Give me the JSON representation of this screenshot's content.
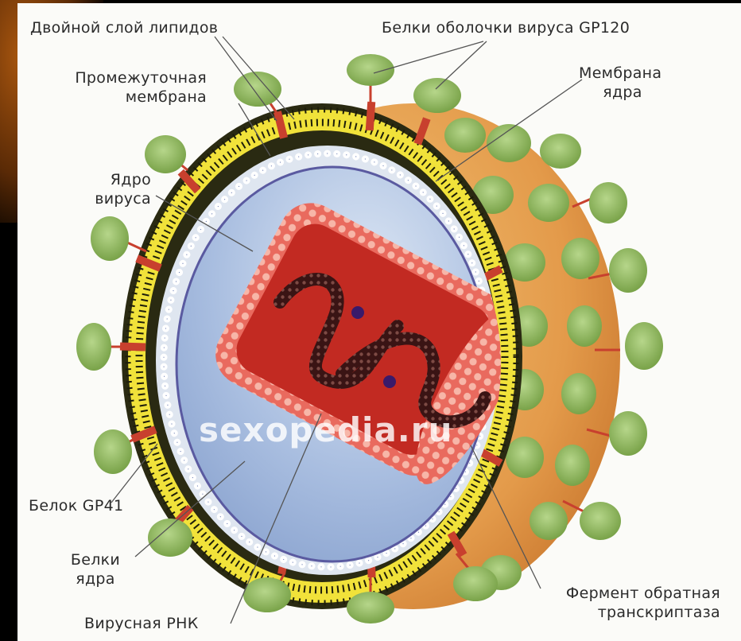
{
  "labels": {
    "lipid_bilayer": "Двойной слой липидов",
    "gp120_line1": "Белки оболочки вируса GP120",
    "intermediate_membrane_l1": "Промежуточная",
    "intermediate_membrane_l2": "мембрана",
    "core_membrane_l1": "Мембрана",
    "core_membrane_l2": "ядра",
    "virus_core_l1": "Ядро",
    "virus_core_l2": "вируса",
    "gp41": "Белок GP41",
    "core_proteins_l1": "Белки",
    "core_proteins_l2": "ядра",
    "viral_rna": "Вирусная РНК",
    "reverse_transcriptase_l1": "Фермент обратная",
    "reverse_transcriptase_l2": "транскриптаза"
  },
  "watermark": "sexopedia.ru",
  "colors": {
    "background": "#000000",
    "panel": "#fbfbf8",
    "envelope_yellow": "#f1e23a",
    "gp120_green": "#8fb75a",
    "gp41_red": "#c8402e",
    "core_blue": "#a9bee0",
    "capsid_red": "#c22a22",
    "outer_orange": "#e3a35a",
    "label_text": "#2b2b2b"
  }
}
